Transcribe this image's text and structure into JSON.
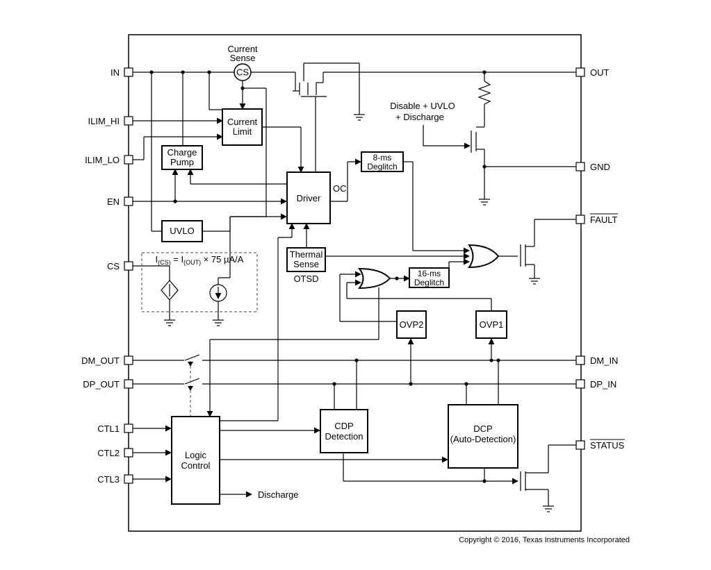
{
  "pins_left": {
    "in": "IN",
    "ilim_hi": "ILIM_HI",
    "ilim_lo": "ILIM_LO",
    "en": "EN",
    "cs": "CS",
    "dm_out": "DM_OUT",
    "dp_out": "DP_OUT",
    "ctl1": "CTL1",
    "ctl2": "CTL2",
    "ctl3": "CTL3"
  },
  "pins_right": {
    "out": "OUT",
    "gnd": "GND",
    "fault": "FAULT",
    "dm_in": "DM_IN",
    "dp_in": "DP_IN",
    "status": "STATUS"
  },
  "blocks": {
    "current_sense_line1": "Current",
    "current_sense_line2": "Sense",
    "cs_circle": "CS",
    "current_limit_line1": "Current",
    "current_limit_line2": "Limit",
    "charge_pump_line1": "Charge",
    "charge_pump_line2": "Pump",
    "driver": "Driver",
    "oc": "OC",
    "deglitch8_line1": "8-ms",
    "deglitch8_line2": "Deglitch",
    "uvlo": "UVLO",
    "thermal_line1": "Thermal",
    "thermal_line2": "Sense",
    "otsd": "OTSD",
    "deglitch16_line1": "16-ms",
    "deglitch16_line2": "Deglitch",
    "ovp1": "OVP1",
    "ovp2": "OVP2",
    "cdp_line1": "CDP",
    "cdp_line2": "Detection",
    "dcp_line1": "DCP",
    "dcp_line2": "(Auto-Detection)",
    "logic_line1": "Logic",
    "logic_line2": "Control",
    "discharge": "Discharge",
    "disable_line1": "Disable + UVLO",
    "disable_line2": "+ Discharge"
  },
  "formula": {
    "i1": "I",
    "sub1": "(CS)",
    "eq": " = I",
    "sub2": "(OUT)",
    "rest": " × 75 µA/A"
  },
  "copyright": "Copyright © 2016, Texas Instruments Incorporated"
}
